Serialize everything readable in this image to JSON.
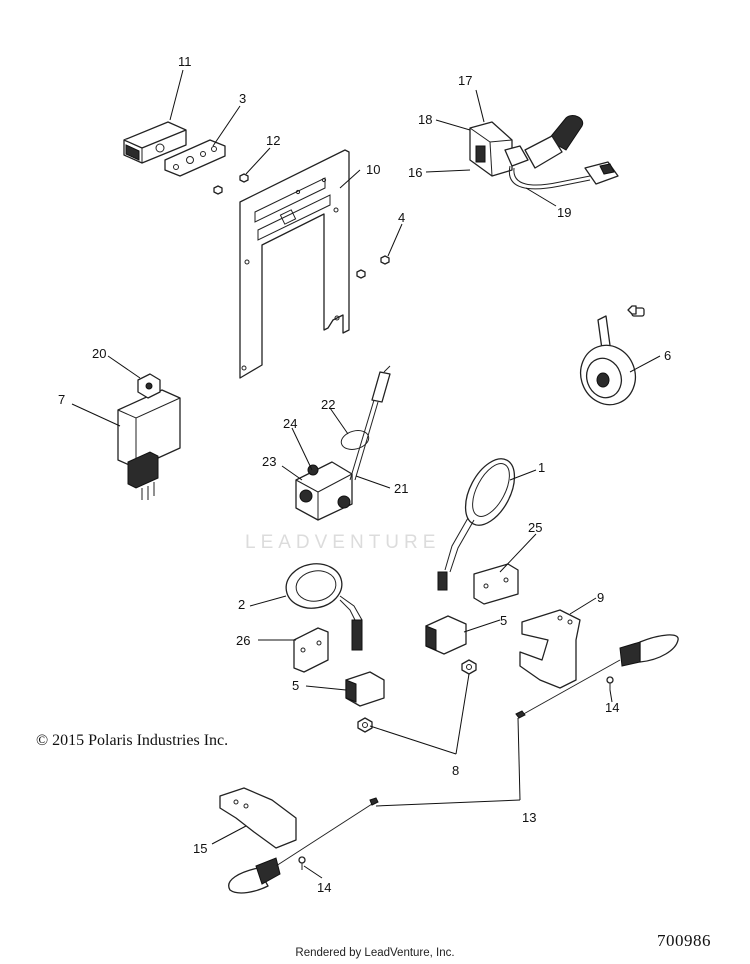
{
  "labels": {
    "l1": "1",
    "l2": "2",
    "l3": "3",
    "l4": "4",
    "l5a": "5",
    "l5b": "5",
    "l6": "6",
    "l7": "7",
    "l8": "8",
    "l9": "9",
    "l10": "10",
    "l11": "11",
    "l12": "12",
    "l13": "13",
    "l14a": "14",
    "l14b": "14",
    "l15": "15",
    "l16": "16",
    "l17": "17",
    "l18": "18",
    "l19": "19",
    "l20": "20",
    "l21": "21",
    "l22": "22",
    "l23": "23",
    "l24": "24",
    "l25": "25",
    "l26": "26"
  },
  "copyright": "© 2015 Polaris Industries Inc.",
  "diagram_id": "700986",
  "credit": "Rendered by LeadVenture, Inc.",
  "watermark": "LEADVENTURE"
}
